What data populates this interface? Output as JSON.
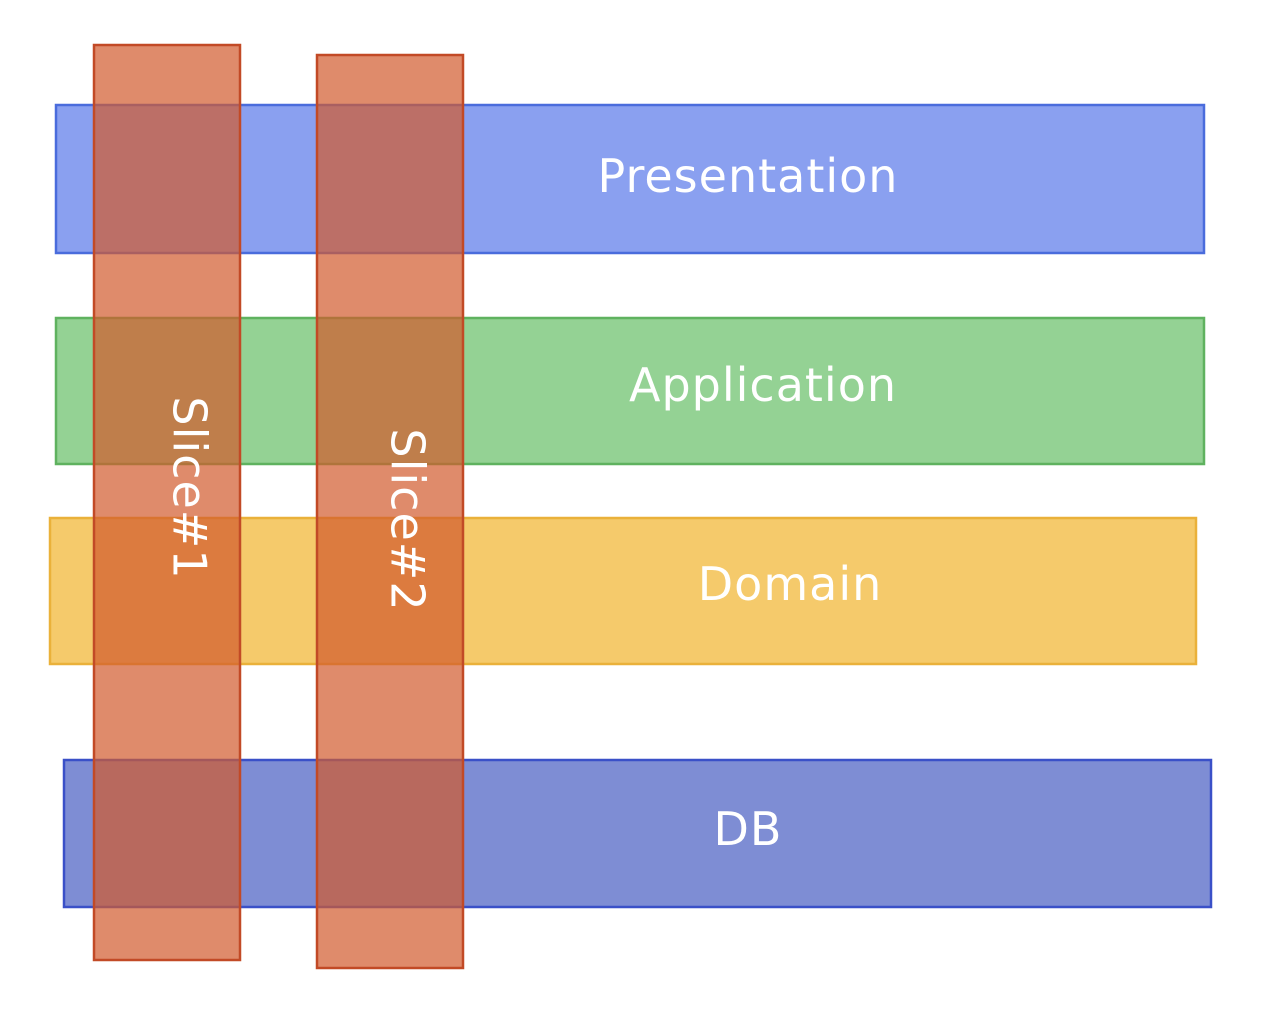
{
  "layers": [
    {
      "label": "Presentation",
      "fill": "#8aa0f0",
      "stroke": "#4a6cdc"
    },
    {
      "label": "Application",
      "fill": "#94d294",
      "stroke": "#5fb25f"
    },
    {
      "label": "Domain",
      "fill": "#f5ca6b",
      "stroke": "#eab13a"
    },
    {
      "label": "DB",
      "fill": "#7e8dd4",
      "stroke": "#3a50c8"
    }
  ],
  "slices": [
    {
      "label": "Slice#1",
      "fill": "#d25a2c",
      "stroke": "#c24a26",
      "opacity": 0.7
    },
    {
      "label": "Slice#2",
      "fill": "#d25a2c",
      "stroke": "#c24a26",
      "opacity": 0.7
    }
  ]
}
